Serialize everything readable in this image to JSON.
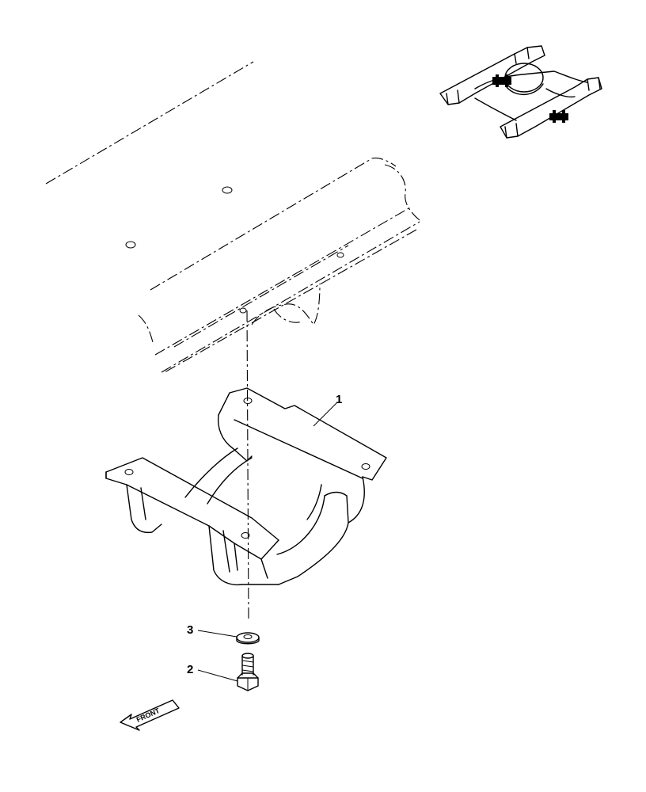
{
  "callouts": [
    {
      "id": "1",
      "label": "1"
    },
    {
      "id": "2",
      "label": "2"
    },
    {
      "id": "3",
      "label": "3"
    }
  ],
  "front_arrow": {
    "label": "FRONT"
  }
}
